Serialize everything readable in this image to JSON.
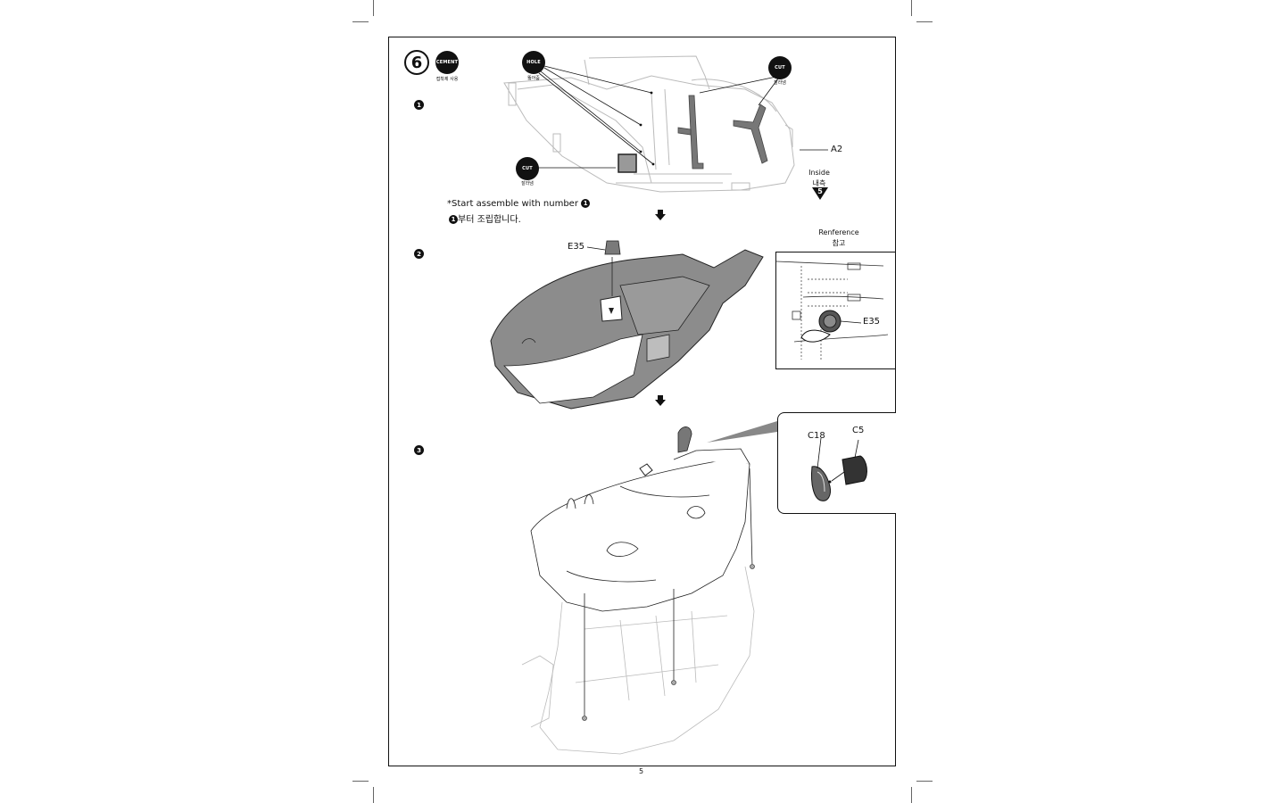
{
  "step": {
    "number": "6",
    "cement_label": "CEMENT",
    "cement_note": "접착제 사용"
  },
  "substeps": [
    "1",
    "2",
    "3"
  ],
  "panel1": {
    "hole_label": "HOLE",
    "hole_note": "뚫어줌",
    "cut_label": "CUT",
    "cut_note": "잘라냄",
    "cut2_label": "CUT",
    "cut2_note": "잘라냄",
    "part": "A2",
    "inside_label": "Inside",
    "inside_note": "내측",
    "inside_ref": "5",
    "note_en": "*Start assemble with number",
    "note_en_ref": "1",
    "note_ko_ref": "1",
    "note_ko": "부터 조립합니다."
  },
  "panel2": {
    "part": "E35",
    "reference_label": "Renference",
    "reference_note": "참고",
    "reference_part": "E35"
  },
  "panel3": {
    "part_a": "C18",
    "part_b": "C5"
  },
  "page_number": "5"
}
